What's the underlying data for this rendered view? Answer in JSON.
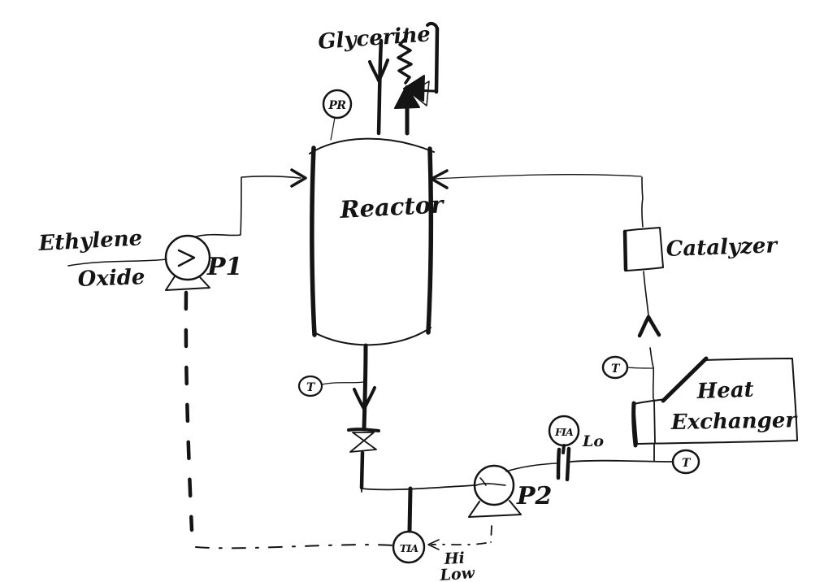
{
  "diagram": {
    "type": "hand-drawn process flow diagram (P&ID sketch)",
    "labels": {
      "glycerine": "Glycerine",
      "ethylene": "Ethylene",
      "oxide": "Oxide",
      "reactor": "Reactor",
      "pump1": "P1",
      "pump2": "P2",
      "catalyzer": "Catalyzer",
      "heat": "Heat",
      "exchanger": "Exchanger"
    },
    "instruments": {
      "pr": "PR",
      "t_reactor_outlet": "T",
      "tia": "TIA",
      "fia": "FIA",
      "t_hx_shell": "T",
      "t_hx_feed": "T"
    },
    "annotations": {
      "lo": "Lo",
      "hi": "Hi",
      "low": "Low"
    },
    "colors": {
      "ink": "#141414",
      "background": "#ffffff"
    }
  }
}
